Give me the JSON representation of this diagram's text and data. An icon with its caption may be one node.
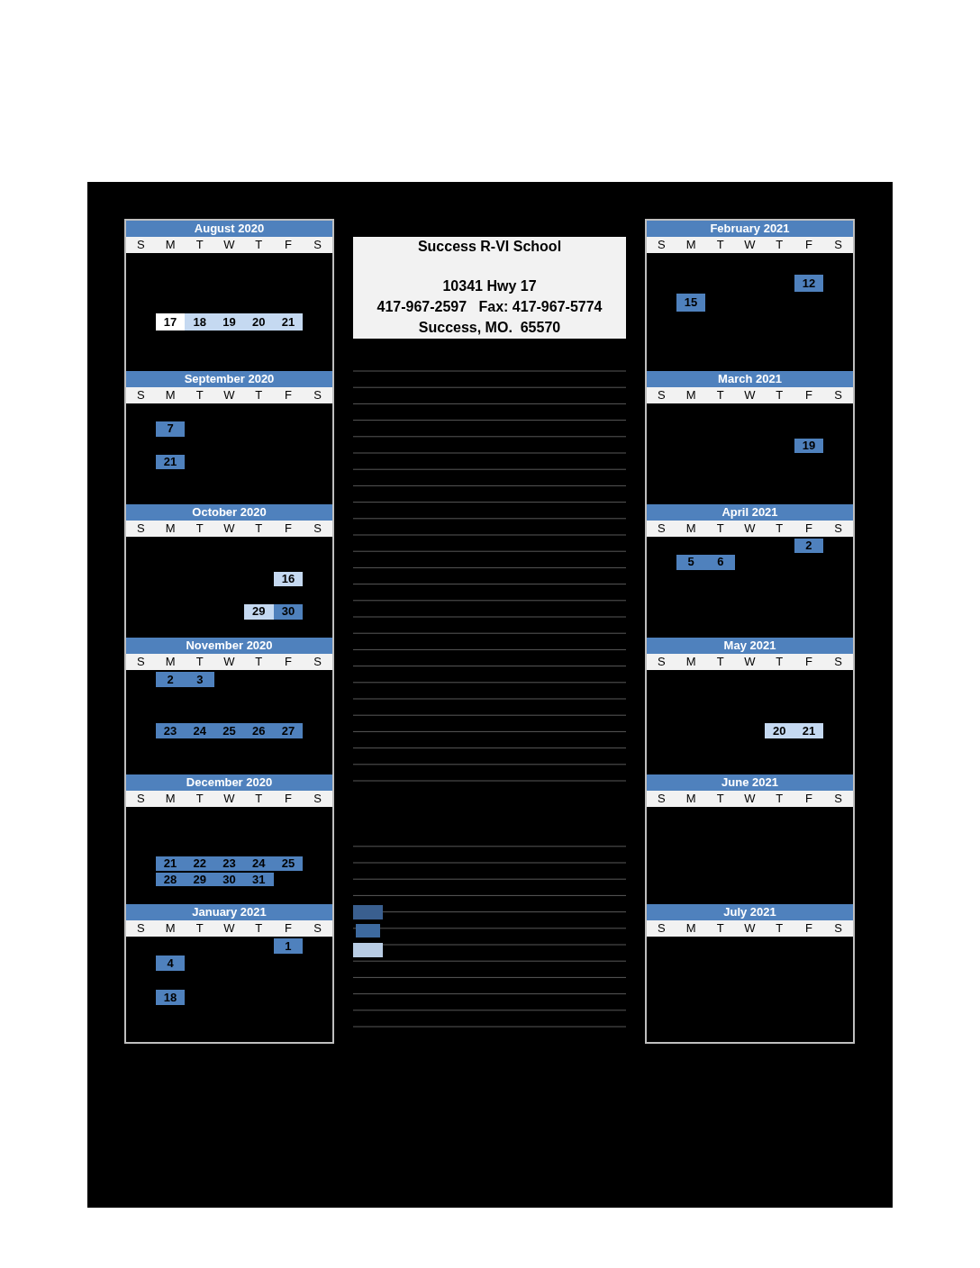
{
  "diagram": {
    "nodes": [
      {
        "text": [
          "August 2020",
          "S",
          "M",
          "T",
          "W",
          "T",
          "F",
          "S"
        ]
      },
      {
        "text": [
          "17"
        ],
        "in": 0
      },
      {
        "text": [
          "18"
        ],
        "in": 0
      },
      {
        "text": [
          "19"
        ],
        "in": 0
      },
      {
        "text": [
          "20"
        ],
        "in": 0
      },
      {
        "text": [
          "21"
        ],
        "in": 0
      },
      {
        "text": [
          "September 2020",
          "S",
          "M",
          "T",
          "W",
          "T",
          "F",
          "S"
        ]
      },
      {
        "text": [
          "7"
        ],
        "in": 6
      },
      {
        "text": [
          "21"
        ],
        "in": 6
      },
      {
        "text": [
          "October 2020",
          "S",
          "M",
          "T",
          "W",
          "T",
          "F",
          "S"
        ]
      },
      {
        "text": [
          "16"
        ],
        "in": 9
      },
      {
        "text": [
          "29"
        ],
        "in": 9
      },
      {
        "text": [
          "30"
        ],
        "in": 9
      },
      {
        "text": [
          "November 2020",
          "S",
          "M",
          "T",
          "W",
          "T",
          "F",
          "S"
        ]
      },
      {
        "text": [
          "2"
        ],
        "in": 13
      },
      {
        "text": [
          "3"
        ],
        "in": 13
      },
      {
        "text": [
          "23"
        ],
        "in": 13
      },
      {
        "text": [
          "24"
        ],
        "in": 13
      },
      {
        "text": [
          "25"
        ],
        "in": 13
      },
      {
        "text": [
          "26"
        ],
        "in": 13
      },
      {
        "text": [
          "27"
        ],
        "in": 13
      },
      {
        "text": [
          "December 2020",
          "S",
          "M",
          "T",
          "W",
          "T",
          "F",
          "S"
        ]
      },
      {
        "text": [
          "21"
        ],
        "in": 21
      },
      {
        "text": [
          "22"
        ],
        "in": 21
      },
      {
        "text": [
          "23"
        ],
        "in": 21
      },
      {
        "text": [
          "24"
        ],
        "in": 21
      },
      {
        "text": [
          "25"
        ],
        "in": 21
      },
      {
        "text": [
          "28"
        ],
        "in": 21
      },
      {
        "text": [
          "29"
        ],
        "in": 21
      },
      {
        "text": [
          "30"
        ],
        "in": 21
      },
      {
        "text": [
          "31"
        ],
        "in": 21
      },
      {
        "text": [
          "January 2021",
          "S",
          "M",
          "T",
          "W",
          "T",
          "F",
          "S"
        ]
      },
      {
        "text": [
          "1"
        ],
        "in": 31
      },
      {
        "text": [
          "4"
        ],
        "in": 31
      },
      {
        "text": [
          "18"
        ],
        "in": 31
      },
      {
        "text": [
          "Success R-VI School",
          "10341 Hwy 17",
          "417-967-2597   Fax: 417-967-5774",
          "Success, MO.  65570"
        ]
      },
      {
        "text": [],
        "shape": "box"
      },
      {
        "text": [],
        "shape": "box"
      },
      {
        "text": [],
        "shape": "box"
      },
      {
        "text": [
          "February 2021",
          "S",
          "M",
          "T",
          "W",
          "T",
          "F",
          "S"
        ]
      },
      {
        "text": [
          "12"
        ],
        "in": 39
      },
      {
        "text": [
          "15"
        ],
        "in": 39
      },
      {
        "text": [
          "March 2021",
          "S",
          "M",
          "T",
          "W",
          "T",
          "F",
          "S"
        ]
      },
      {
        "text": [
          "19"
        ],
        "in": 42
      },
      {
        "text": [
          "April 2021",
          "S",
          "M",
          "T",
          "W",
          "T",
          "F",
          "S"
        ]
      },
      {
        "text": [
          "2"
        ],
        "in": 44
      },
      {
        "text": [
          "5"
        ],
        "in": 44
      },
      {
        "text": [
          "6"
        ],
        "in": 44
      },
      {
        "text": [
          "May 2021",
          "S",
          "M",
          "T",
          "W",
          "T",
          "F",
          "S"
        ]
      },
      {
        "text": [
          "20"
        ],
        "in": 48
      },
      {
        "text": [
          "21"
        ],
        "in": 48
      },
      {
        "text": [
          "June 2021",
          "S",
          "M",
          "T",
          "W",
          "T",
          "F",
          "S"
        ]
      },
      {
        "text": [
          "July 2021",
          "S",
          "M",
          "T",
          "W",
          "T",
          "F",
          "S"
        ]
      }
    ]
  }
}
